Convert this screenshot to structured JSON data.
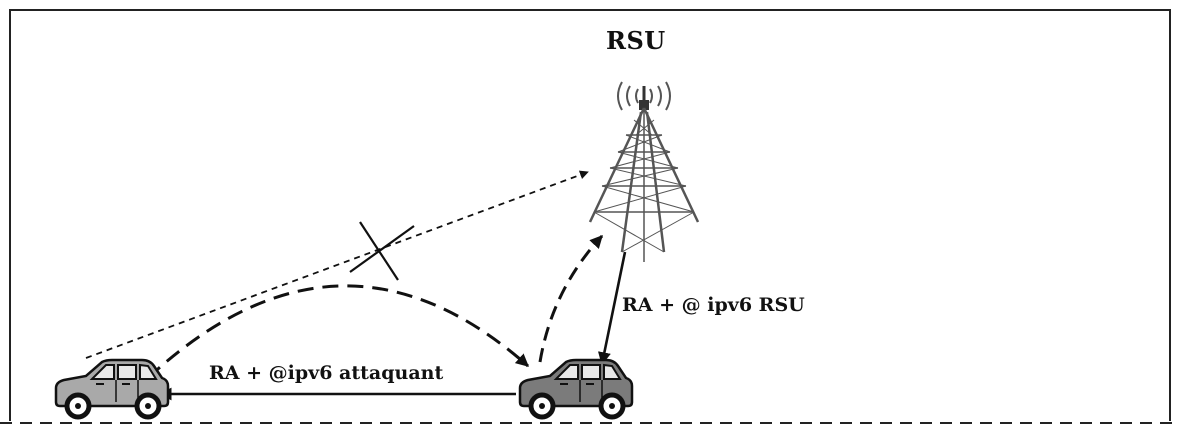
{
  "labels": {
    "rsu": "RSU",
    "ra_rsu": "RA + @ ipv6 RSU",
    "ra_attacker": "RA + @ipv6 attaquant"
  },
  "icons": {
    "tower": "radio-tower-icon",
    "car": "car-icon",
    "blocked": "x-mark-icon"
  },
  "colors": {
    "line": "#111111",
    "car_victim": "#a9a9a9",
    "car_attacker": "#7b7b7b",
    "tower": "#555555"
  }
}
